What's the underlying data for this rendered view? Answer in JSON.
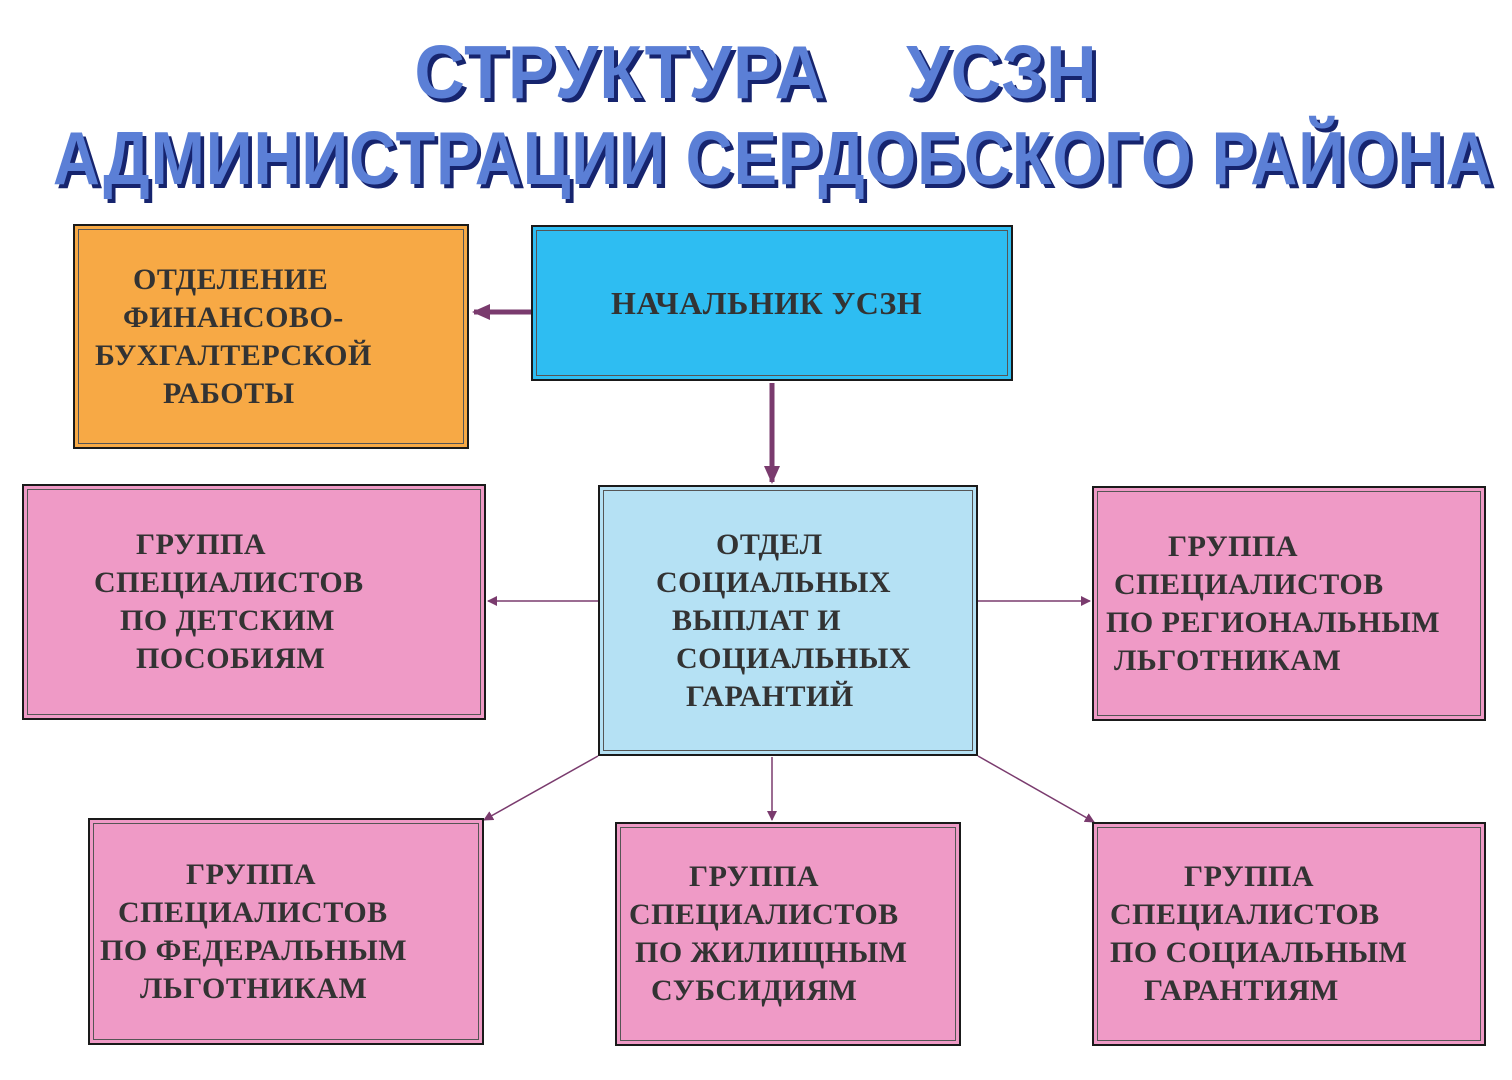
{
  "title": {
    "line1_left": "СТРУКТУРА",
    "line1_right": "УСЗН",
    "line2": "АДМИНИСТРАЦИИ СЕРДОБСКОГО РАЙОНА"
  },
  "boxes": {
    "finance": [
      "ОТДЕЛЕНИЕ",
      "ФИНАНСОВО-",
      "БУХГАЛТЕРСКОЙ",
      "РАБОТЫ"
    ],
    "head": [
      "НАЧАЛЬНИК  УСЗН"
    ],
    "department": [
      "ОТДЕЛ",
      "СОЦИАЛЬНЫХ",
      "ВЫПЛАТ И",
      "СОЦИАЛЬНЫХ",
      "ГАРАНТИЙ"
    ],
    "child_benefits": [
      "ГРУППА",
      "СПЕЦИАЛИСТОВ",
      "ПО ДЕТСКИМ",
      "ПОСОБИЯМ"
    ],
    "regional_beneficiaries": [
      "ГРУППА",
      "СПЕЦИАЛИСТОВ",
      "ПО РЕГИОНАЛЬНЫМ",
      "ЛЬГОТНИКАМ"
    ],
    "federal_beneficiaries": [
      "ГРУППА",
      "СПЕЦИАЛИСТОВ",
      "ПО ФЕДЕРАЛЬНЫМ",
      "ЛЬГОТНИКАМ"
    ],
    "housing_subsidies": [
      "ГРУППА",
      "СПЕЦИАЛИСТОВ",
      "ПО ЖИЛИЩНЫМ",
      "СУБСИДИЯМ"
    ],
    "social_guarantees": [
      "ГРУППА",
      "СПЕЦИАЛИСТОВ",
      "ПО СОЦИАЛЬНЫМ",
      "ГАРАНТИЯМ"
    ]
  },
  "colors": {
    "title": "#5b7fd6",
    "title_shadow": "#16246e",
    "finance": "#f7a945",
    "head": "#2ebdf2",
    "department": "#b5e1f4",
    "groups": "#ef9ac6",
    "arrows": "#7a3b6e"
  }
}
